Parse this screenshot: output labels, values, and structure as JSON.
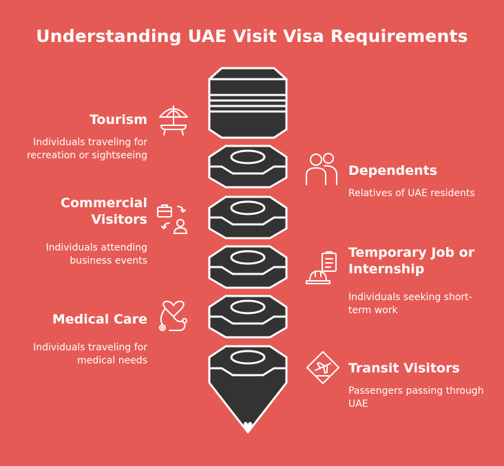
{
  "title": "Understanding UAE Visit Visa Requirements",
  "colors": {
    "background": "#e65a55",
    "segment": "#333333",
    "outline": "#ffffff"
  },
  "items": {
    "tourism": {
      "head": "Tourism",
      "desc": "Individuals traveling for recreation or sightseeing",
      "icon": "beach-umbrella-icon"
    },
    "commercial": {
      "head": "Commercial Visitors",
      "desc": "Individuals attending business events",
      "icon": "briefcase-exchange-icon"
    },
    "medical": {
      "head": "Medical Care",
      "desc": "Individuals traveling for medical needs",
      "icon": "stethoscope-heart-icon"
    },
    "dependents": {
      "head": "Dependents",
      "desc": "Relatives of UAE residents",
      "icon": "people-icon"
    },
    "temporary": {
      "head": "Temporary Job or Internship",
      "desc": "Individuals seeking short-term work",
      "icon": "hardhat-clipboard-icon"
    },
    "transit": {
      "head": "Transit Visitors",
      "desc": "Passengers passing through UAE",
      "icon": "airplane-sign-icon"
    }
  }
}
